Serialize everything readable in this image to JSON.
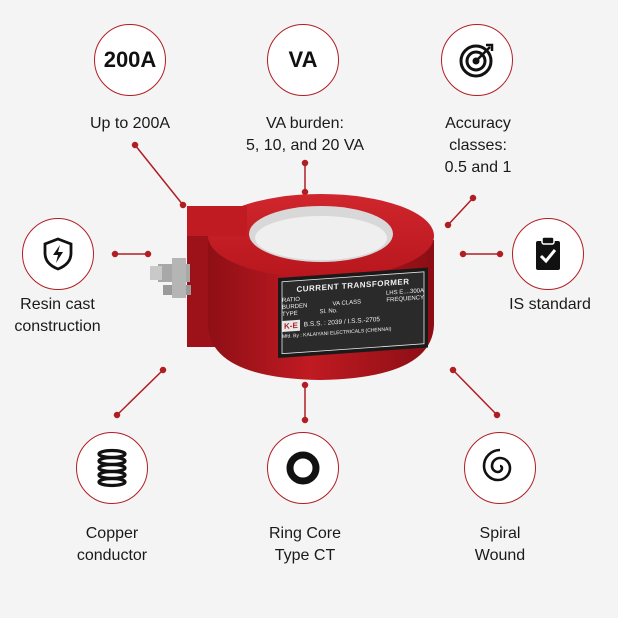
{
  "features": {
    "f200a": {
      "icon_text": "200A",
      "label": [
        "Up to 200A"
      ]
    },
    "fva": {
      "icon_text": "VA",
      "label": [
        "VA burden:",
        "5, 10, and 20 VA"
      ]
    },
    "faccuracy": {
      "icon": "target-icon",
      "label": [
        "Accuracy",
        "classes:",
        "0.5 and 1"
      ]
    },
    "fresin": {
      "icon": "shield-bolt-icon",
      "label": [
        "Resin cast",
        "construction"
      ]
    },
    "fis": {
      "icon": "clipboard-check-icon",
      "label": [
        "IS standard"
      ]
    },
    "fcopper": {
      "icon": "coil-icon",
      "label": [
        "Copper",
        "conductor"
      ]
    },
    "fring": {
      "icon": "ring-icon",
      "label": [
        "Ring Core",
        "Type CT"
      ]
    },
    "fspiral": {
      "icon": "spiral-icon",
      "label": [
        "Spiral",
        "Wound"
      ]
    }
  },
  "nameplate": {
    "title": "CURRENT TRANSFORMER",
    "row1_left": "RATIO",
    "row1_right": "LHS E....300A",
    "row2_left": "BURDEN",
    "row2_mid": "VA CLASS",
    "row2_right": "FREQUENCY",
    "row3_left": "TYPE",
    "row3_mid": "Sl. No.",
    "logo": "K-E",
    "standard": "B.S.S. : 2039 / I.S.S.-2705",
    "maker": "Mfd. By : KALAIYANI ELECTRICALS (CHENNAI)"
  },
  "colors": {
    "accent": "#b01e24",
    "body_red": "#b3141c"
  }
}
